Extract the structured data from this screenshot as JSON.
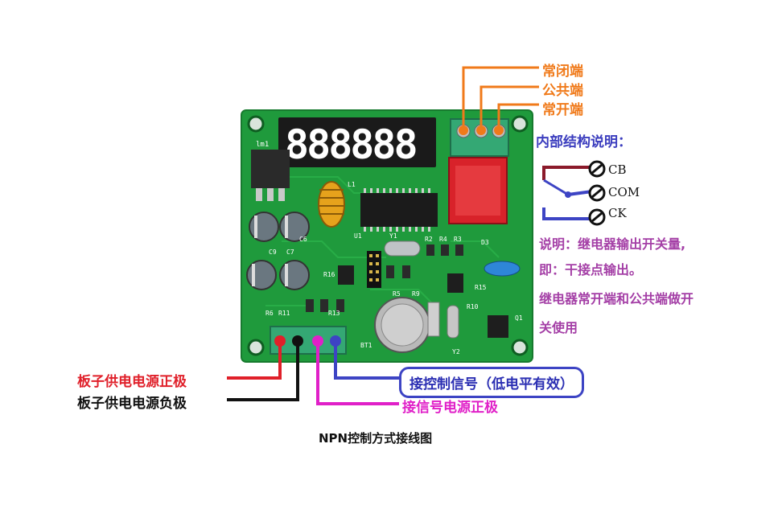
{
  "relay_labels": {
    "nc": "常闭端",
    "common": "公共端",
    "no": "常开端"
  },
  "internal_structure": {
    "title": "内部结构说明：",
    "terminals": [
      "CB",
      "COM",
      "CK"
    ]
  },
  "notes": [
    "说明：继电器输出开关量,",
    "即：干接点输出。",
    "继电器常开端和公共端做开",
    "关使用"
  ],
  "input_labels": {
    "power_positive": "板子供电电源正极",
    "power_negative": "板子供电电源负极",
    "control_signal": "接控制信号（低电平有效）",
    "signal_power_positive": "接信号电源正极"
  },
  "caption": "NPN控制方式接线图",
  "board_silkscreen": {
    "display": "888888",
    "chip_label": "lm1",
    "bt": "BT1",
    "y1": "Y1",
    "y2": "Y2",
    "d3": "D3",
    "parts": [
      "R2",
      "R4",
      "R3",
      "C9",
      "C7",
      "C6",
      "R16",
      "R5",
      "R15",
      "R10",
      "R6",
      "R13",
      "R9",
      "R11",
      "Q1",
      "U1",
      "L1"
    ]
  },
  "colors": {
    "board": "#1f9a3c",
    "orange_wire": "#f07a1a",
    "red_wire": "#e0202a",
    "black_wire": "#111111",
    "magenta_wire": "#e020c8",
    "blue_wire": "#3d44c4",
    "dark_red_wire": "#8b1a2a"
  }
}
